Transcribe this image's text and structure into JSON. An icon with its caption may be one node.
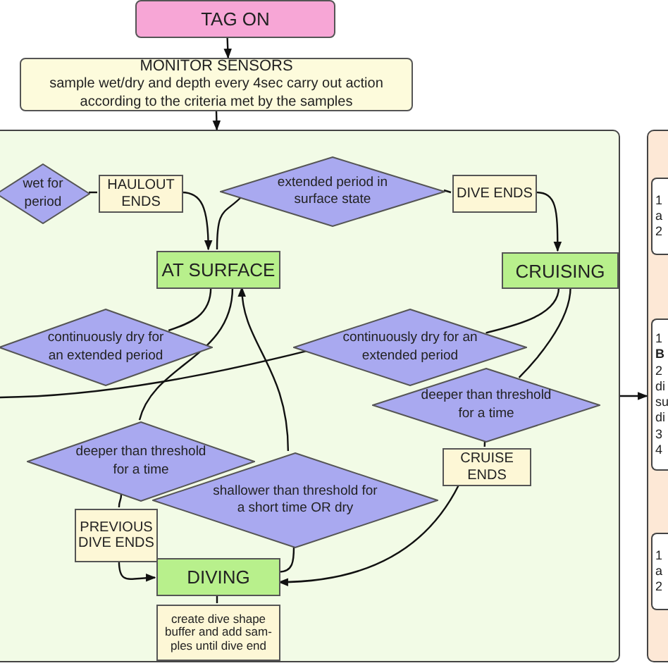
{
  "diagram": {
    "nodes": [
      {
        "text": [
          "TAG ON"
        ]
      },
      {
        "text": [
          "MONITOR SENSORS",
          "sample wet/dry and depth every 4sec carry out action according to the criteria met by the samples"
        ]
      },
      {
        "text": [],
        "shape": "box"
      },
      {
        "text": [
          "wet for period"
        ],
        "in": 2
      },
      {
        "text": [
          "HAULOUT ENDS"
        ],
        "in": 2
      },
      {
        "text": [
          "extended period in surface state"
        ],
        "in": 2
      },
      {
        "text": [
          "DIVE ENDS"
        ],
        "in": 2
      },
      {
        "text": [
          "AT SURFACE"
        ],
        "in": 2
      },
      {
        "text": [
          "CRUISING"
        ],
        "in": 2
      },
      {
        "text": [
          "continuously dry for an extended period"
        ],
        "in": 2
      },
      {
        "text": [
          "continuously dry for an extended period"
        ],
        "in": 2
      },
      {
        "text": [
          "deeper than threshold for a time"
        ],
        "in": 2
      },
      {
        "text": [
          "deeper than threshold for a time"
        ],
        "in": 2
      },
      {
        "text": [
          "shallower than threshold for a short time OR dry"
        ],
        "in": 2
      },
      {
        "text": [
          "CRUISE ENDS"
        ],
        "in": 2
      },
      {
        "text": [
          "PREVIOUS DIVE ENDS"
        ],
        "in": 2
      },
      {
        "text": [
          "DIVING"
        ],
        "in": 2
      },
      {
        "text": [
          "create dive shape buffer and add sam- ples until dive end"
        ],
        "in": 2
      },
      {
        "text": [],
        "shape": "box"
      },
      {
        "text": [
          "1 a 2"
        ],
        "in": 18
      },
      {
        "text": [
          "1 **B** 2 di su di 3 4"
        ],
        "in": 18
      },
      {
        "text": [
          "1 a 2"
        ],
        "in": 18
      }
    ],
    "edges": [
      {
        "from": 0,
        "to": 1,
        "arrow": "to"
      },
      {
        "from": 1,
        "to": 2,
        "arrow": "to"
      },
      {
        "from": 3,
        "to": 4,
        "arrow": "none"
      },
      {
        "from": 4,
        "to": 7,
        "arrow": "to"
      },
      {
        "from": 7,
        "to": 5,
        "arrow": "none"
      },
      {
        "from": 5,
        "to": 6,
        "arrow": "none"
      },
      {
        "from": 6,
        "to": 8,
        "arrow": "to"
      },
      {
        "from": 7,
        "to": 9,
        "arrow": "none"
      },
      {
        "from": 8,
        "to": 10,
        "arrow": "none"
      },
      {
        "from": 10,
        "to": null,
        "arrow": "none"
      },
      {
        "from": 8,
        "to": 11,
        "arrow": "none"
      },
      {
        "from": 11,
        "to": 14,
        "arrow": "none"
      },
      {
        "from": 7,
        "to": 12,
        "arrow": "none"
      },
      {
        "from": 13,
        "to": 7,
        "arrow": "to"
      },
      {
        "from": 12,
        "to": 15,
        "arrow": "none"
      },
      {
        "from": 15,
        "to": 16,
        "arrow": "to"
      },
      {
        "from": 14,
        "to": 16,
        "arrow": "to"
      },
      {
        "from": 16,
        "to": 13,
        "arrow": "none"
      },
      {
        "from": 16,
        "to": 17,
        "arrow": "none"
      },
      {
        "from": 2,
        "to": 18,
        "arrow": "to"
      }
    ]
  }
}
